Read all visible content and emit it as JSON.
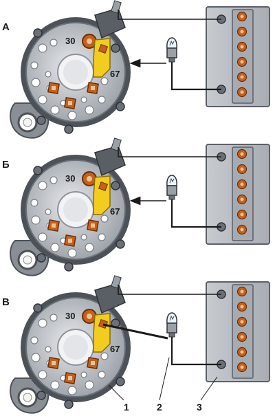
{
  "panels": [
    {
      "letter": "А",
      "terminal_30": "30",
      "terminal_67": "67",
      "lamp_side": "right",
      "lamp_to_67": "arrow",
      "lamp_to_battery": "minus"
    },
    {
      "letter": "Б",
      "terminal_30": "30",
      "terminal_67": "67",
      "lamp_side": "right",
      "lamp_to_67": "arrow",
      "lamp_to_battery": "minus"
    },
    {
      "letter": "В",
      "terminal_30": "30",
      "terminal_67": "67",
      "lamp_side": "right",
      "lamp_to_67": "wire",
      "lamp_to_battery": "minus"
    }
  ],
  "callouts": [
    "1",
    "2",
    "3"
  ],
  "colors": {
    "alternator_body": "#8a8f96",
    "alternator_dark": "#4d5259",
    "alternator_light": "#d9dce0",
    "bracket_yellow": "#f2cc1f",
    "copper": "#c2621e",
    "battery_body": "#b8bcc2",
    "battery_dark": "#5b6068",
    "wire": "#1a1a1a",
    "bulb_glass": "#e8f4ff"
  }
}
